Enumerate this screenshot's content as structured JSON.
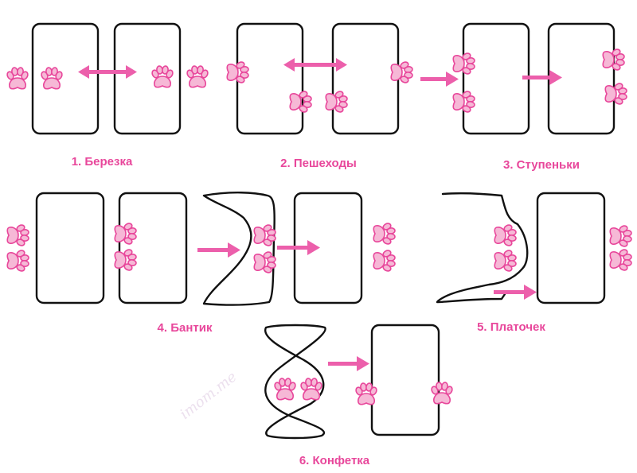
{
  "captions": {
    "c1": "1. Березка",
    "c2": "2. Пешеходы",
    "c3": "3. Ступеньки",
    "c4": "4. Бантик",
    "c5": "5. Платочек",
    "c6": "6. Конфетка"
  },
  "watermark": "imom.me",
  "colors": {
    "caption": "#e8479b",
    "arrow": "#ec5fab",
    "paw_fill": "#f6b8d6",
    "paw_stroke": "#e8479b",
    "outline": "#111111"
  },
  "icons": {
    "paw": "paw-print-icon",
    "arrow": "arrow-right-icon",
    "double_arrow": "double-arrow-icon"
  }
}
